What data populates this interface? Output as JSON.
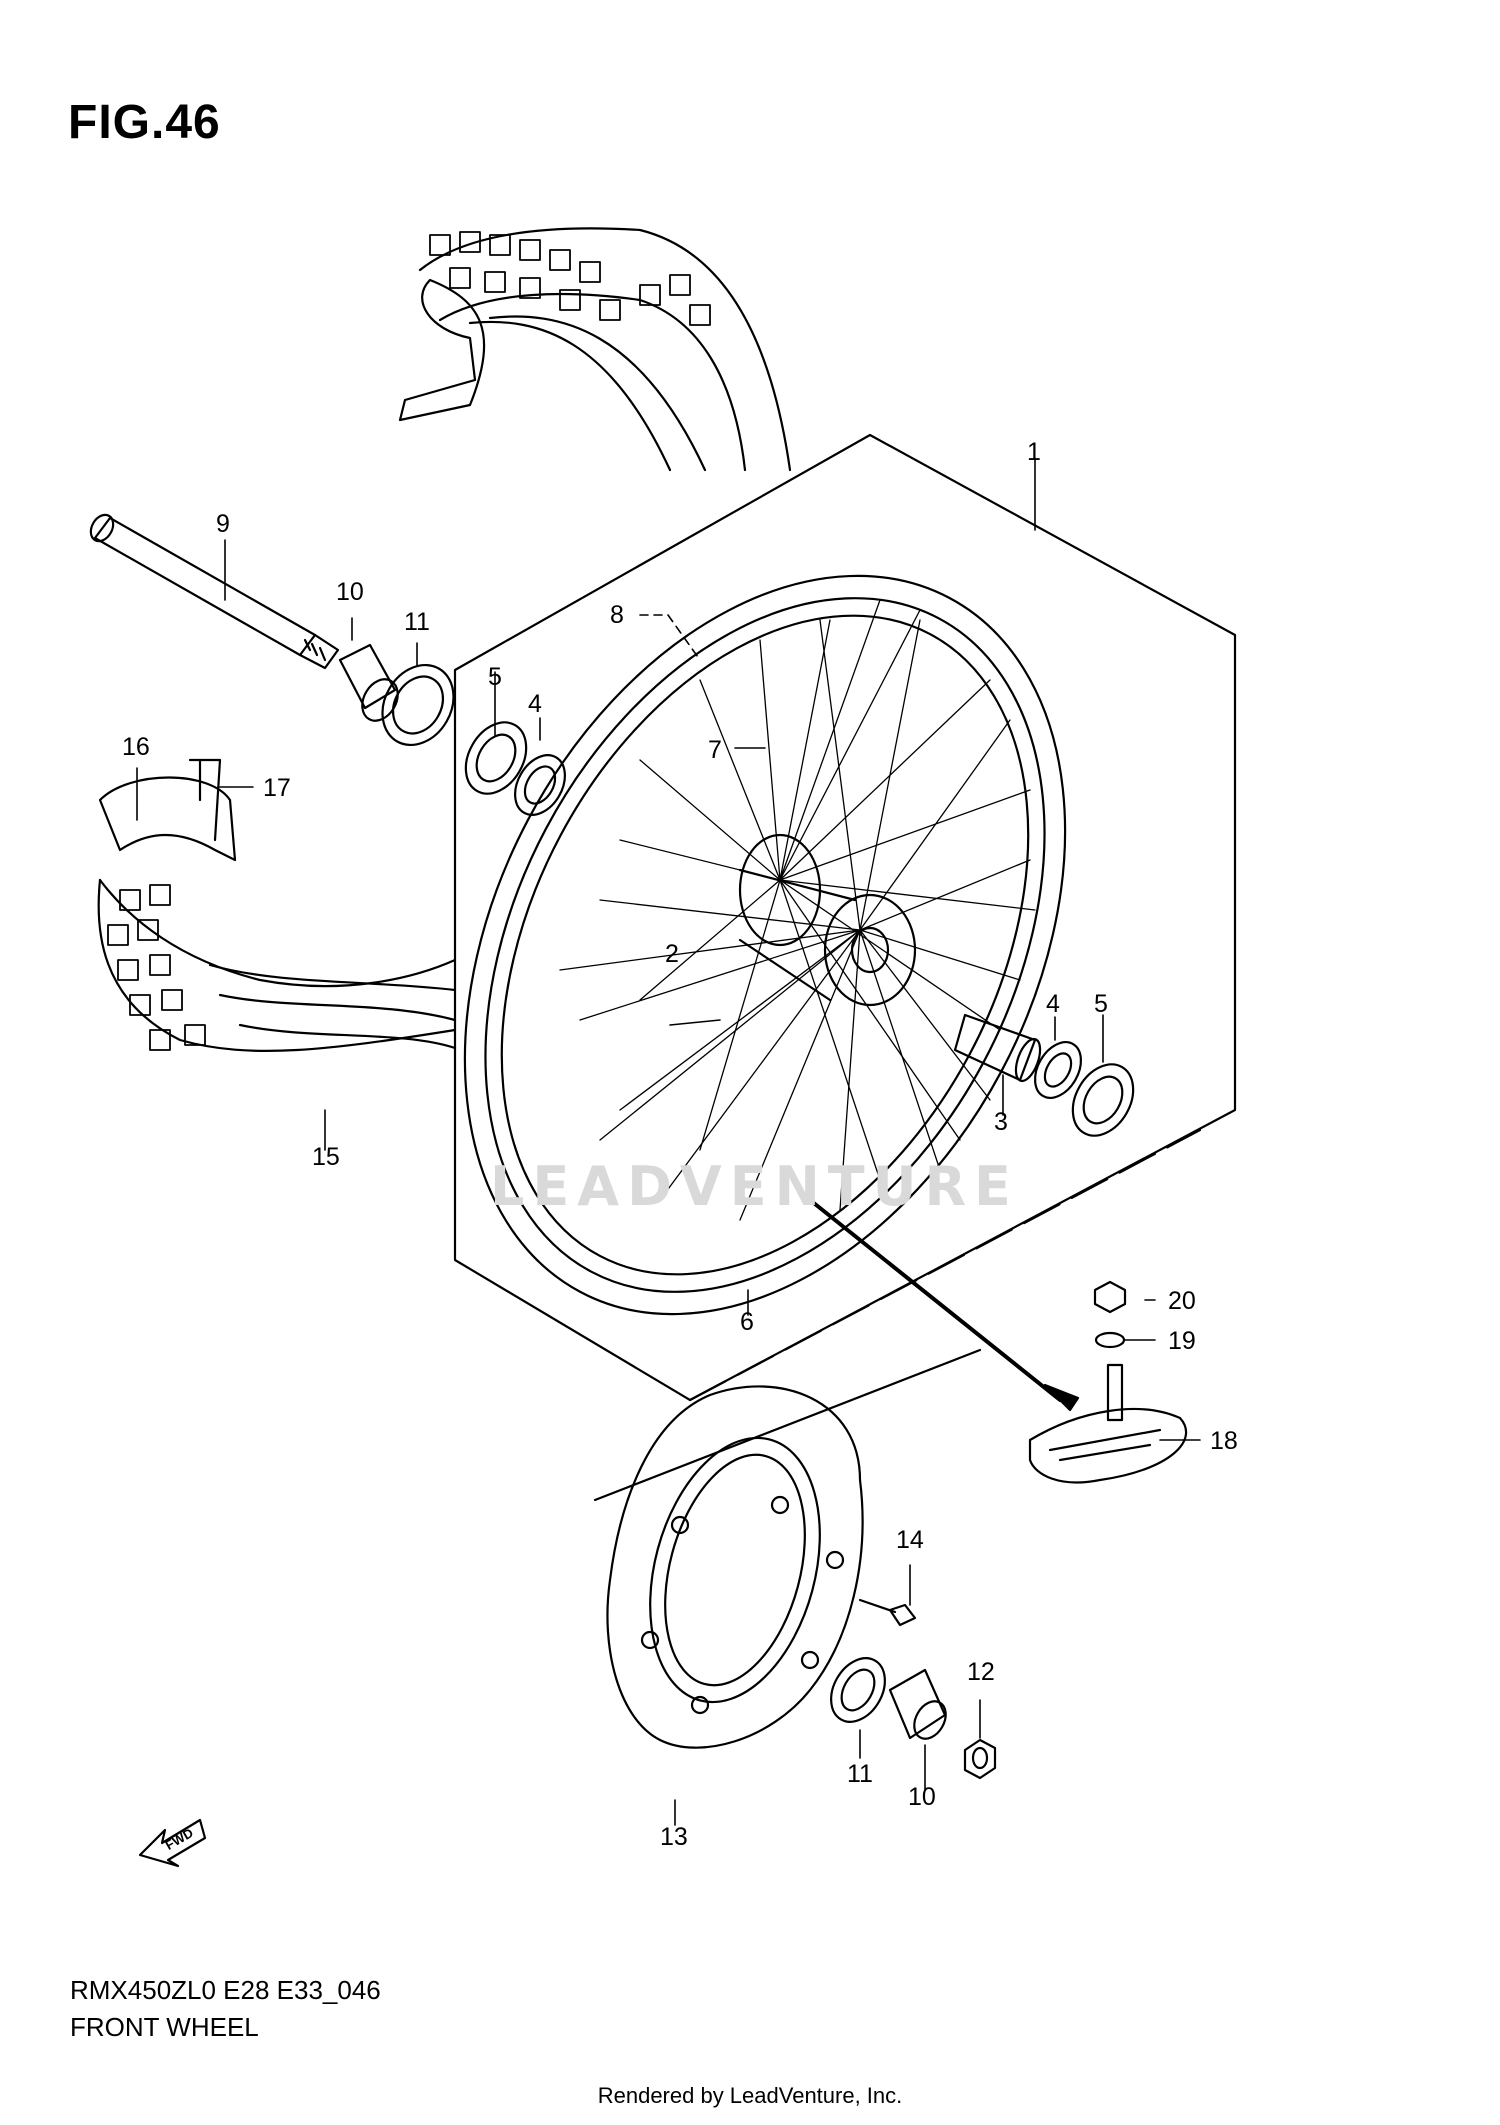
{
  "figure": {
    "title": "FIG.46"
  },
  "model_code": "RMX450ZL0 E28 E33_046",
  "caption": "FRONT WHEEL",
  "footer": "Rendered by LeadVenture, Inc.",
  "watermark": "LEADVENTURE",
  "callouts": [
    {
      "id": "c1",
      "label": "1"
    },
    {
      "id": "c2",
      "label": "2"
    },
    {
      "id": "c3",
      "label": "3"
    },
    {
      "id": "c4a",
      "label": "4"
    },
    {
      "id": "c4b",
      "label": "4"
    },
    {
      "id": "c5a",
      "label": "5"
    },
    {
      "id": "c5b",
      "label": "5"
    },
    {
      "id": "c6",
      "label": "6"
    },
    {
      "id": "c7",
      "label": "7"
    },
    {
      "id": "c8",
      "label": "8"
    },
    {
      "id": "c9",
      "label": "9"
    },
    {
      "id": "c10a",
      "label": "10"
    },
    {
      "id": "c10b",
      "label": "10"
    },
    {
      "id": "c11a",
      "label": "11"
    },
    {
      "id": "c11b",
      "label": "11"
    },
    {
      "id": "c12",
      "label": "12"
    },
    {
      "id": "c13",
      "label": "13"
    },
    {
      "id": "c14",
      "label": "14"
    },
    {
      "id": "c15",
      "label": "15"
    },
    {
      "id": "c16",
      "label": "16"
    },
    {
      "id": "c17",
      "label": "17"
    },
    {
      "id": "c18",
      "label": "18"
    },
    {
      "id": "c19",
      "label": "19"
    },
    {
      "id": "c20",
      "label": "20"
    }
  ],
  "fwd_label": "FWD"
}
